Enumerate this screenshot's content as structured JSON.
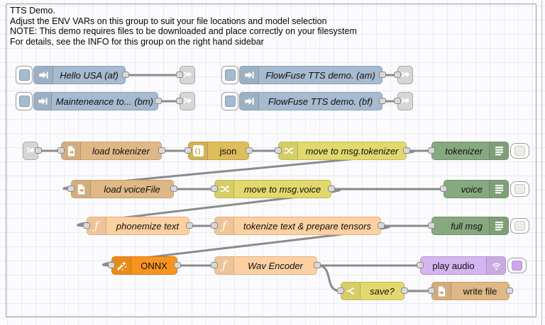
{
  "comment_lines": [
    "TTS Demo.",
    "Adjust the ENV VARs on this group to suit your file locations and model selection",
    "NOTE: This demo requires files to be downloaded and place correctly on your filesystem",
    "For details, see the INFO for this group on the right hand sidebar"
  ],
  "nodes": {
    "hello_usa": "Hello USA (af)",
    "maintenance": "Mainteneance to... (bm)",
    "flowfuse_am": "FlowFuse TTS demo. (am)",
    "flowfuse_bf": "FlowFuse TTS demo. (bf)",
    "load_tokenizer": "load tokenizer",
    "json": "json",
    "move_tokenizer": "move to msg.tokenizer",
    "tokenizer": "tokenizer",
    "load_voicefile": "load voiceFile",
    "move_voice": "move to msg.voice",
    "voice": "voice",
    "phonemize": "phonemize text",
    "tokenize_tensors": "tokenize text & prepare tensors",
    "full_msg": "full msg",
    "onnx": "ONNX",
    "wav_encoder": "Wav Encoder",
    "play_audio": "play audio",
    "save": "save?",
    "write_file": "write file"
  },
  "glyphs": {
    "json_braces": "{}",
    "function_f": "ƒ"
  },
  "icons": {
    "inject": "inject-arrow-icon",
    "link": "link-arrow-icon",
    "file": "file-page-icon",
    "change": "shuffle-arrows-icon",
    "switch": "fork-arrows-icon",
    "debug": "list-bars-icon",
    "onnx": "magic-wand-icon",
    "play_audio": "sound-waves-icon"
  },
  "colors": {
    "inject": "#a6bbcf",
    "file": "#DEB887",
    "json": "#DEBD5C",
    "change": "#E2D96E",
    "switch": "#E2D96E",
    "function": "#FDD0A2",
    "onnx": "#F7941E",
    "debug": "#87A980",
    "play_audio": "#D5B5F0",
    "link": "#d6d6d6",
    "wire": "#8b8b8b"
  }
}
